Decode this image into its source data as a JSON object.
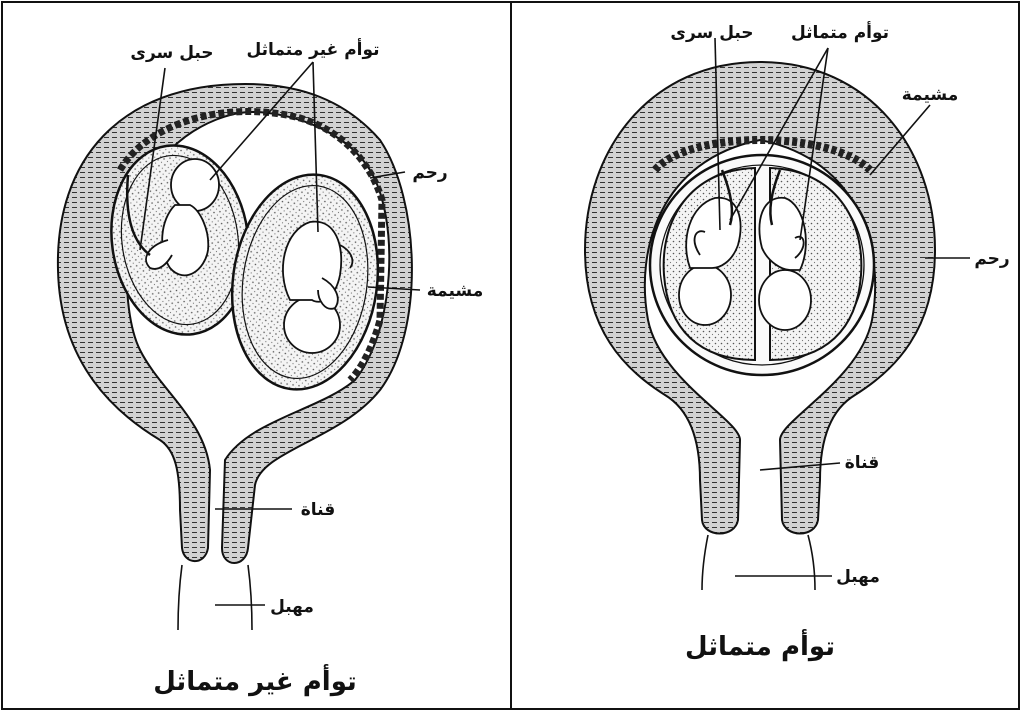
{
  "panels": {
    "left": {
      "title": "توأم غير متماثل",
      "labels": {
        "umbilical_cord": "حبل سرى",
        "twins": "توأم غير متماثل",
        "uterus": "رحم",
        "placenta": "مشيمة",
        "canal": "قناة",
        "vagina": "مهبل"
      }
    },
    "right": {
      "title": "توأم متماثل",
      "labels": {
        "umbilical_cord": "حبل سرى",
        "twins": "توأم متماثل",
        "placenta": "مشيمة",
        "uterus": "رحم",
        "canal": "قناة",
        "vagina": "مهبل"
      }
    }
  },
  "colors": {
    "ink": "#111111",
    "uterus_fill": "#cfcfcf",
    "sac_fill": "#ececec",
    "fetus_fill": "#ffffff",
    "placenta": "#222222"
  }
}
